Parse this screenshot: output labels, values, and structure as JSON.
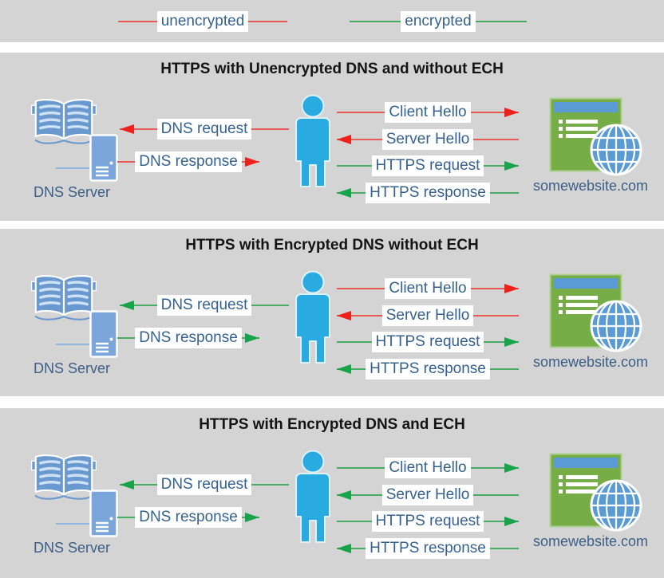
{
  "colors": {
    "band_background": "#d4d4d4",
    "unencrypted_line": "#e75a55",
    "unencrypted_arrowhead": "#ee201b",
    "encrypted_line": "#46ab63",
    "encrypted_arrowhead": "#18a34b",
    "label_text": "#35618f",
    "caption_text": "#3c5e86",
    "person_blue": "#29abe2",
    "dns_icon_blue": "#6a99d0",
    "website_green": "#76ad47",
    "website_bar_blue": "#5b9bd5"
  },
  "legend": {
    "items": [
      {
        "label": "unencrypted",
        "color": "red"
      },
      {
        "label": "encrypted",
        "color": "green"
      }
    ]
  },
  "panels": [
    {
      "title": "HTTPS with Unencrypted DNS and without ECH",
      "dns_server_caption": "DNS Server",
      "website_caption": "somewebsite.com",
      "arrows": {
        "dns_request": {
          "label": "DNS request",
          "direction": "left",
          "color": "red"
        },
        "dns_response": {
          "label": "DNS response",
          "direction": "right",
          "color": "red"
        },
        "client_hello": {
          "label": "Client Hello",
          "direction": "right",
          "color": "red"
        },
        "server_hello": {
          "label": "Server Hello",
          "direction": "left",
          "color": "red"
        },
        "https_request": {
          "label": "HTTPS request",
          "direction": "right",
          "color": "green"
        },
        "https_response": {
          "label": "HTTPS response",
          "direction": "left",
          "color": "green"
        }
      }
    },
    {
      "title": "HTTPS with Encrypted DNS without ECH",
      "dns_server_caption": "DNS Server",
      "website_caption": "somewebsite.com",
      "arrows": {
        "dns_request": {
          "label": "DNS request",
          "direction": "left",
          "color": "green"
        },
        "dns_response": {
          "label": "DNS response",
          "direction": "right",
          "color": "green"
        },
        "client_hello": {
          "label": "Client Hello",
          "direction": "right",
          "color": "red"
        },
        "server_hello": {
          "label": "Server Hello",
          "direction": "left",
          "color": "red"
        },
        "https_request": {
          "label": "HTTPS request",
          "direction": "right",
          "color": "green"
        },
        "https_response": {
          "label": "HTTPS response",
          "direction": "left",
          "color": "green"
        }
      }
    },
    {
      "title": "HTTPS with Encrypted DNS and ECH",
      "dns_server_caption": "DNS Server",
      "website_caption": "somewebsite.com",
      "arrows": {
        "dns_request": {
          "label": "DNS request",
          "direction": "left",
          "color": "green"
        },
        "dns_response": {
          "label": "DNS response",
          "direction": "right",
          "color": "green"
        },
        "client_hello": {
          "label": "Client Hello",
          "direction": "right",
          "color": "green"
        },
        "server_hello": {
          "label": "Server Hello",
          "direction": "left",
          "color": "green"
        },
        "https_request": {
          "label": "HTTPS request",
          "direction": "right",
          "color": "green"
        },
        "https_response": {
          "label": "HTTPS response",
          "direction": "left",
          "color": "green"
        }
      }
    }
  ]
}
